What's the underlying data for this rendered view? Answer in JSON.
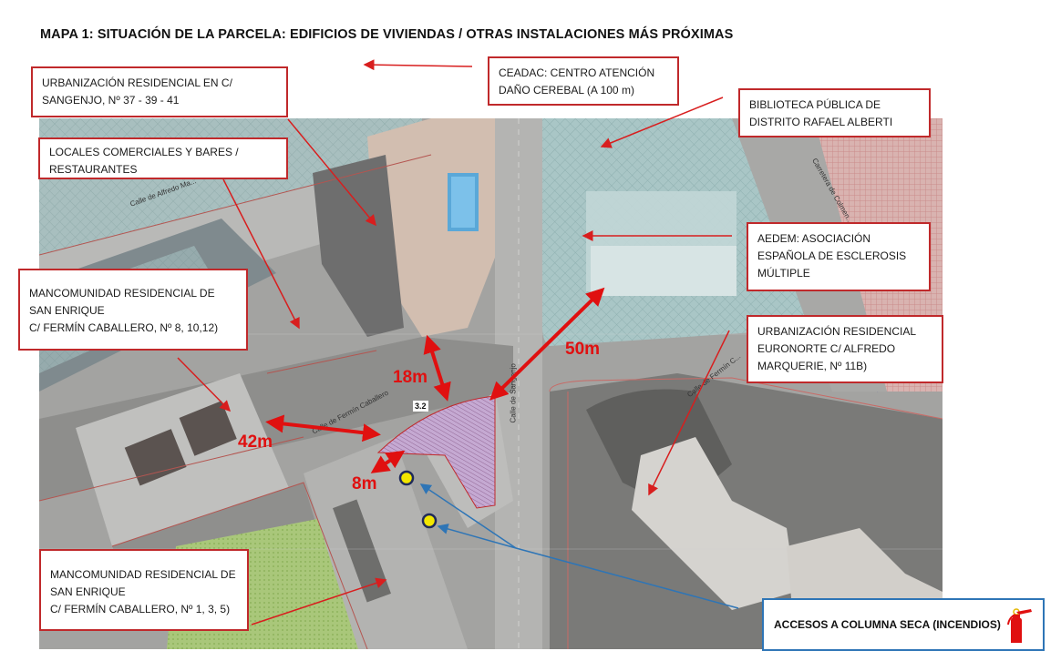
{
  "title": "MAPA 1: SITUACIÓN DE LA PARCELA: EDIFICIOS DE VIVIENDAS / OTRAS INSTALACIONES MÁS PRÓXIMAS",
  "labels": {
    "sangenjo": {
      "lines": [
        "URBANIZACIÓN RESIDENCIAL EN C/",
        "SANGENJO, Nº  37 - 39 - 41"
      ]
    },
    "locales": {
      "lines": [
        "LOCALES COMERCIALES Y BARES /",
        "RESTAURANTES"
      ]
    },
    "ceadac": {
      "lines": [
        "CEADAC: CENTRO ATENCIÓN",
        "DAÑO CEREBAL (A 100 m)"
      ]
    },
    "biblioteca": {
      "lines": [
        "BIBLIOTECA PÚBLICA DE",
        "DISTRITO RAFAEL ALBERTI"
      ]
    },
    "aedem": {
      "lines": [
        "AEDEM: ASOCIACIÓN",
        "ESPAÑOLA DE ESCLEROSIS",
        "MÚLTIPLE"
      ]
    },
    "san_enrique_norte": {
      "lines": [
        "MANCOMUNIDAD RESIDENCIAL DE",
        "SAN ENRIQUE",
        "C/ FERMÍN CABALLERO, Nº 8, 10,12)"
      ]
    },
    "euronorte": {
      "lines": [
        "URBANIZACIÓN RESIDENCIAL",
        "EURONORTE C/ ALFREDO",
        "MARQUERIE, Nº 11B)"
      ]
    },
    "san_enrique_sur": {
      "lines": [
        "MANCOMUNIDAD RESIDENCIAL DE",
        "SAN ENRIQUE",
        "C/ FERMÍN CABALLERO, Nº 1, 3, 5)"
      ]
    }
  },
  "distances": {
    "d18": "18m",
    "d50": "50m",
    "d42": "42m",
    "d8": "8m"
  },
  "parcel_tag": "3.2",
  "streets": {
    "alfredo": "Calle de Alfredo Ma...",
    "fermin": "Calle de Fermín Caballero",
    "sangenjo": "Calle de Sangenjo",
    "fermin_east": "Calle de Fermín C...",
    "colmenar": "Carretera de Colmen..."
  },
  "legend": {
    "text": "ACCESOS A COLUMNA SECA (INCENDIOS)",
    "icon": "fire-extinguisher-icon"
  },
  "colors": {
    "label_border": "#c0292b",
    "distance_arrow": "#e01010",
    "access_line": "#2e75b6",
    "access_point": "#f2e600",
    "parcel_fill": "#b79ac8"
  }
}
